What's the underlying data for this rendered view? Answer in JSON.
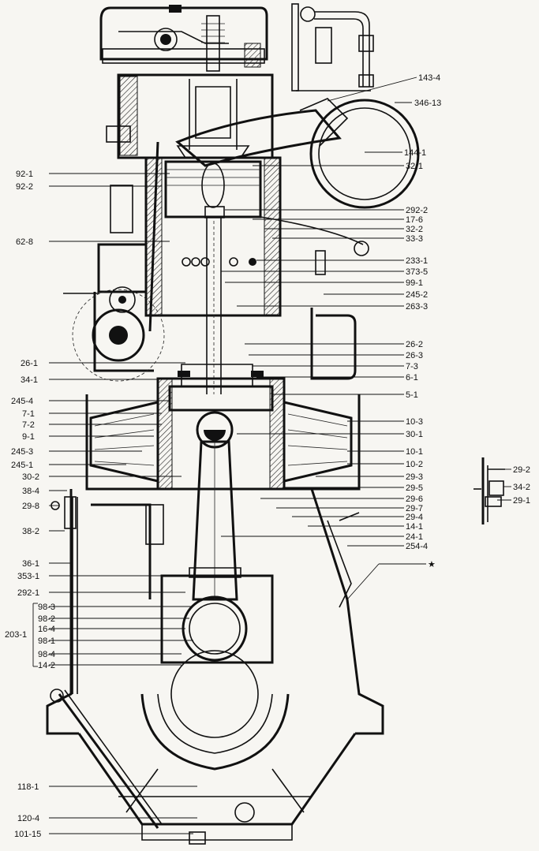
{
  "colors": {
    "ink": "#111111",
    "paper": "#f7f6f2"
  },
  "labels": {
    "l143_4": "143-4",
    "l346_13": "346-13",
    "l144_1": "144-1",
    "l32_1": "32-1",
    "l92_1": "92-1",
    "l92_2": "92-2",
    "l292_2": "292-2",
    "l17_6": "17-6",
    "l32_2": "32-2",
    "l33_3": "33-3",
    "l62_8": "62-8",
    "l233_1": "233-1",
    "l373_5": "373-5",
    "l99_1": "99-1",
    "l245_2": "245-2",
    "l263_3": "263-3",
    "l26_2": "26-2",
    "l26_3": "26-3",
    "l26_1": "26-1",
    "l7_3": "7-3",
    "l6_1": "6-1",
    "l34_1": "34-1",
    "l5_1": "5-1",
    "l245_4": "245-4",
    "l7_1": "7-1",
    "l7_2": "7-2",
    "l10_3": "10-3",
    "l9_1": "9-1",
    "l30_1": "30-1",
    "l245_3": "245-3",
    "l10_1": "10-1",
    "l245_1": "245-1",
    "l10_2": "10-2",
    "l30_2": "30-2",
    "l29_3": "29-3",
    "l29_5": "29-5",
    "l38_4": "38-4",
    "l29_6": "29-6",
    "l29_8": "29-8",
    "l29_7": "29-7",
    "l29_4": "29-4",
    "l38_2": "38-2",
    "l14_1": "14-1",
    "l24_1": "24-1",
    "l254_4": "254-4",
    "l36_1": "36-1",
    "star": "★",
    "l353_1": "353-1",
    "l292_1": "292-1",
    "l98_3": "98-3",
    "l98_2": "98-2",
    "l16_4": "16-4",
    "l203_1": "203-1",
    "l98_1": "98-1",
    "l98_4": "98-4",
    "l14_2": "14-2",
    "l118_1": "118-1",
    "l120_4": "120-4",
    "l101_15": "101-15",
    "l29_2": "29-2",
    "l34_2": "34-2",
    "l29_1": "29-1"
  }
}
